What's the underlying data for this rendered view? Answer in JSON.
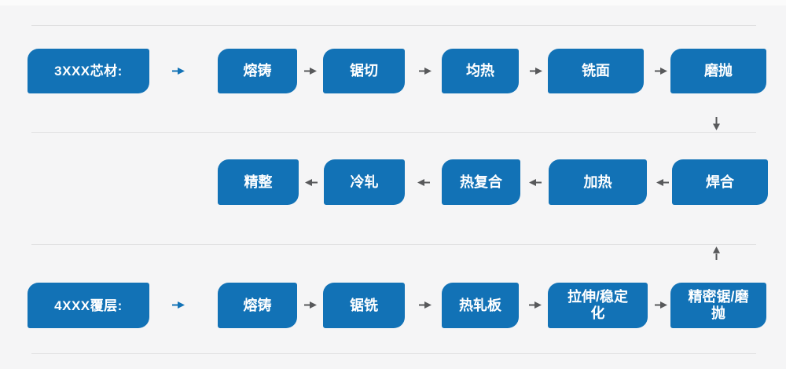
{
  "diagram": {
    "row1": {
      "label": "3XXX芯材:",
      "steps": [
        "熔铸",
        "锯切",
        "均热",
        "铣面",
        "磨抛"
      ]
    },
    "row2": {
      "steps": [
        "精整",
        "冷轧",
        "热复合",
        "加热",
        "焊合"
      ]
    },
    "row3": {
      "label": "4XXX覆层:",
      "steps": [
        "熔铸",
        "锯铣",
        "热轧板",
        "拉伸/稳定化",
        "精密锯/磨抛"
      ]
    }
  },
  "colors": {
    "box_blue": "#1272b6",
    "box_text": "#ffffff",
    "arrow_gray": "#58595b",
    "divider_gray": "#e0e0e1",
    "background": "#f5f5f6"
  }
}
